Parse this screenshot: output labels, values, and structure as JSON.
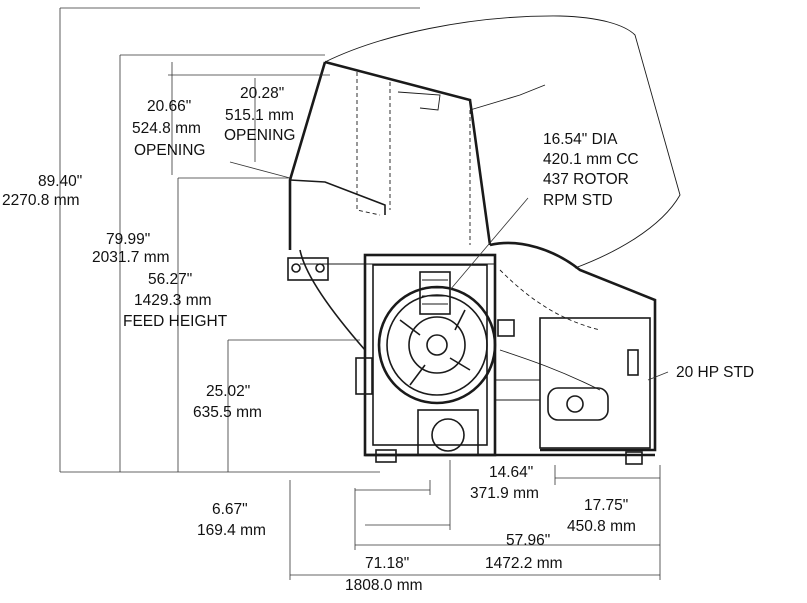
{
  "labels": {
    "overall_height": {
      "inch": "89.40\"",
      "mm": "2270.8 mm"
    },
    "machine_height": {
      "inch": "79.99\"",
      "mm": "2031.7 mm"
    },
    "feed_height": {
      "inch": "56.27\"",
      "mm": "1429.3 mm",
      "caption": "FEED HEIGHT"
    },
    "opening_outer": {
      "inch": "20.66\"",
      "mm": "524.8 mm",
      "caption": "OPENING"
    },
    "opening_inner": {
      "inch": "20.28\"",
      "mm": "515.1 mm",
      "caption": "OPENING"
    },
    "rotor": {
      "line1": "16.54\" DIA",
      "line2": "420.1 mm CC",
      "line3": "437 ROTOR",
      "line4": "RPM STD"
    },
    "motor": "20 HP STD",
    "discharge_height": {
      "inch": "25.02\"",
      "mm": "635.5 mm"
    },
    "offset": {
      "inch": "6.67\"",
      "mm": "169.4 mm"
    },
    "discharge_width": {
      "inch": "14.64\"",
      "mm": "371.9 mm"
    },
    "side_depth": {
      "inch": "17.75\"",
      "mm": "450.8 mm"
    },
    "frame_length": {
      "inch": "57.96\"",
      "mm": "1472.2 mm"
    },
    "overall_length": {
      "inch": "71.18\"",
      "mm": "1808.0 mm"
    }
  }
}
